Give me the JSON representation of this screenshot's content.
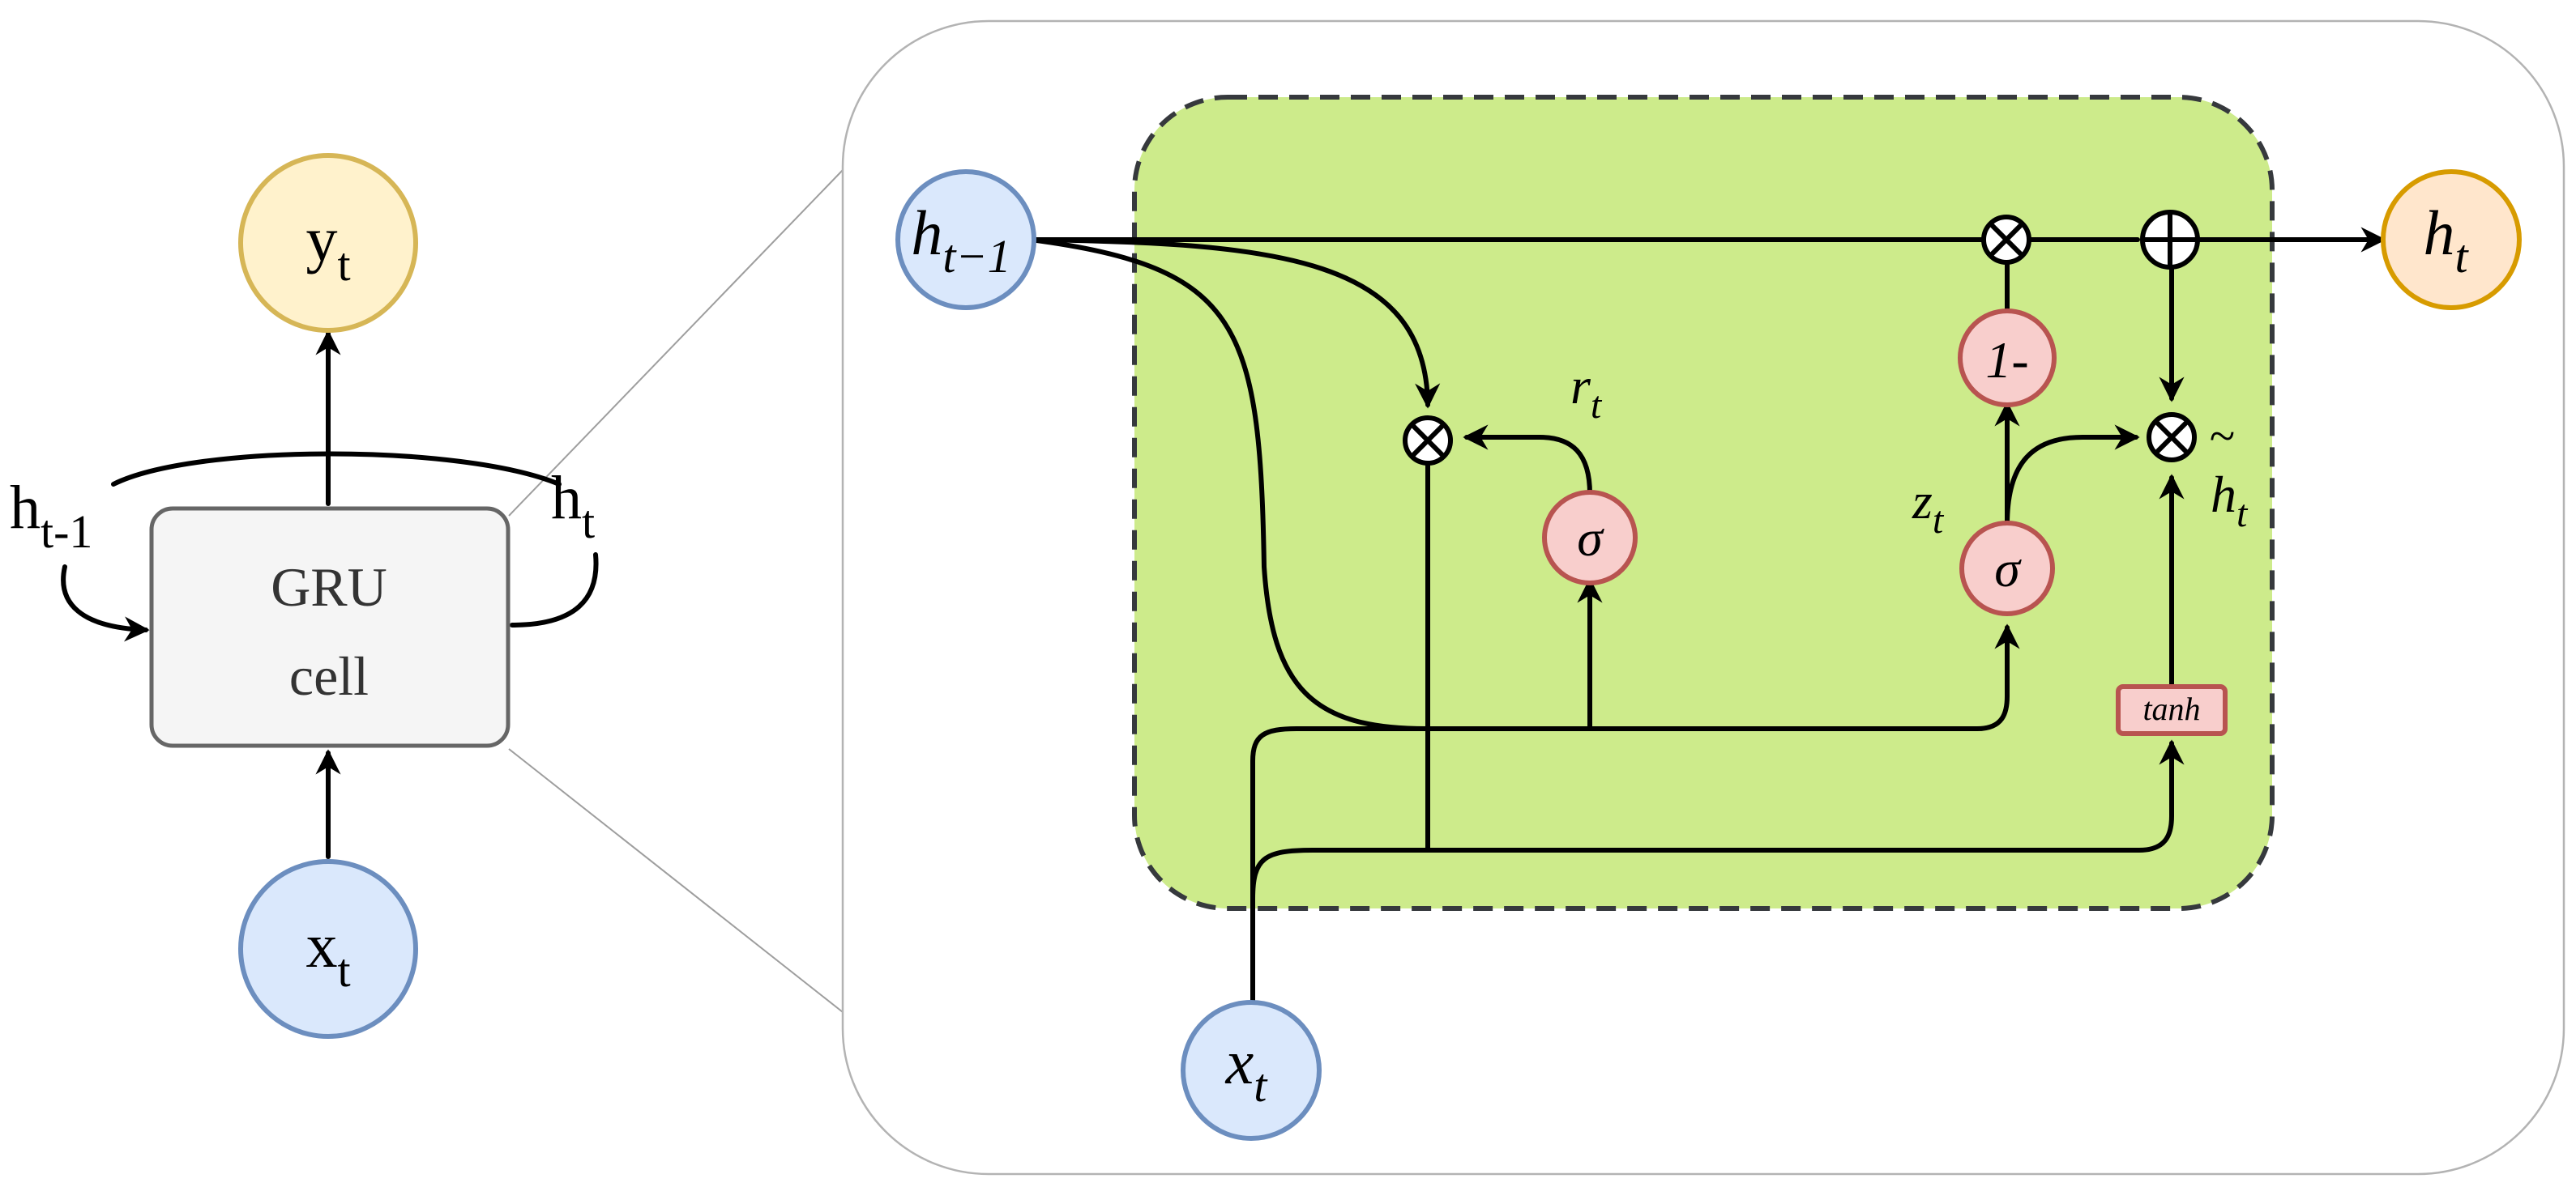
{
  "colors": {
    "blue_fill": "#dae8fc",
    "blue_stroke": "#6c8ebf",
    "yellow_fill": "#fff2cc",
    "yellow_stroke": "#d6b656",
    "orange_fill": "#ffe6cc",
    "orange_stroke": "#d79b00",
    "pink_fill": "#f8cecc",
    "pink_stroke": "#b85450",
    "green_fill": "#cdeb8b",
    "grey_fill": "#f5f5f5",
    "grey_stroke": "#666666"
  },
  "left_view": {
    "output": {
      "base": "y",
      "sub": "t"
    },
    "input": {
      "base": "x",
      "sub": "t"
    },
    "cell_line1": "GRU",
    "cell_line2": "cell",
    "prev_state": {
      "base": "h",
      "sub": "t-1"
    },
    "next_state": {
      "base": "h",
      "sub": "t"
    }
  },
  "detail_view": {
    "prev_hidden": {
      "base": "h",
      "sub": "t−1"
    },
    "input": {
      "base": "x",
      "sub": "t"
    },
    "output_hidden": {
      "base": "h",
      "sub": "t"
    },
    "reset_gate_label": {
      "base": "r",
      "sub": "t"
    },
    "update_gate_label": {
      "base": "z",
      "sub": "t"
    },
    "candidate_label": {
      "base": "h",
      "sub": "t",
      "accent": "~"
    },
    "sigma": "σ",
    "one_minus": "1-",
    "tanh": "tanh",
    "multiply_symbol": "⊗",
    "add_symbol": "⊕"
  }
}
